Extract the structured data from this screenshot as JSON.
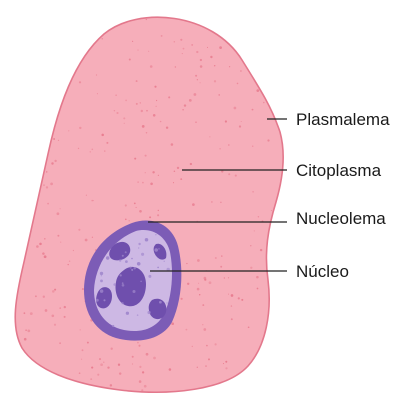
{
  "labels": {
    "plasmalema": "Plasmalema",
    "citoplasma": "Citoplasma",
    "nucleolema": "Nucleolema",
    "nucleo": "Núcleo"
  },
  "colors": {
    "cell_fill": "#f6aeba",
    "cell_edge": "#e3788c",
    "cytoplasm_dots": "#e7798c",
    "nucleus_fill": "#cdb8e4",
    "nucleus_border": "#7c5cb6",
    "chromatin": "#6f4fad",
    "nucleus_dots": "#9f86cc",
    "leader_line": "#222222",
    "label_text": "#1a1a1a"
  }
}
